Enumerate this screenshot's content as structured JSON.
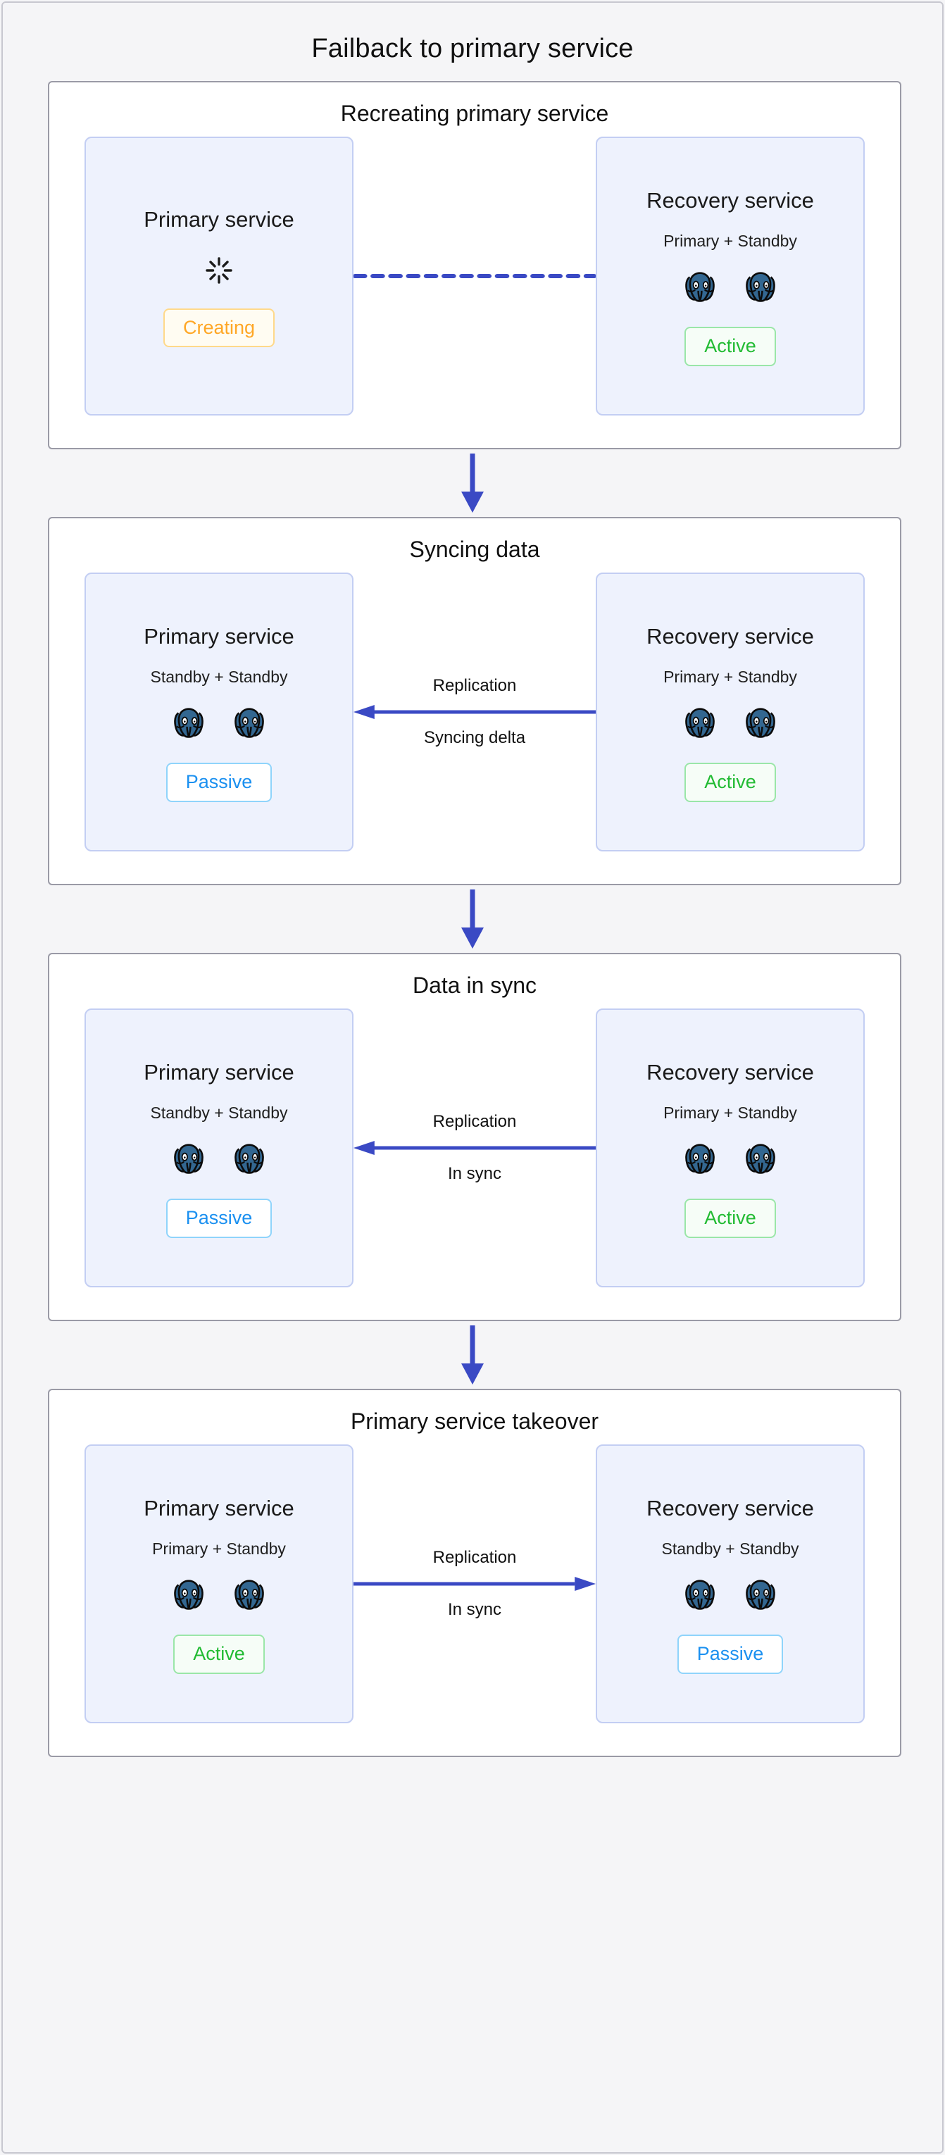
{
  "diagram": {
    "title": "Failback to primary service",
    "colors": {
      "accent_blue": "#3a49c4",
      "status_active": "#22bb33",
      "status_passive": "#1b90f0",
      "status_creating": "#ffa726",
      "card_border": "#9a9aa6",
      "service_box_bg": "#eef2fd",
      "service_box_border": "#c3cef3",
      "page_bg": "#f5f5f7",
      "postgres_blue": "#336791"
    },
    "flow_arrow_icon": "arrow-down-icon"
  },
  "stages": [
    {
      "id": "recreating-primary-service",
      "title": "Recreating primary service",
      "left": {
        "name": "Primary service",
        "roles": "",
        "icon": "spinner-icon",
        "db_count": 0,
        "status": "Creating",
        "status_kind": "creating"
      },
      "connector": {
        "label_top": "",
        "label_bottom": "",
        "style": "dashed",
        "direction": "none",
        "icon": "dashed-line-icon"
      },
      "right": {
        "name": "Recovery service",
        "roles": "Primary + Standby",
        "icon": "postgresql-icon",
        "db_count": 2,
        "status": "Active",
        "status_kind": "active"
      }
    },
    {
      "id": "syncing-data",
      "title": "Syncing data",
      "left": {
        "name": "Primary service",
        "roles": "Standby + Standby",
        "icon": "postgresql-icon",
        "db_count": 2,
        "status": "Passive",
        "status_kind": "passive"
      },
      "connector": {
        "label_top": "Replication",
        "label_bottom": "Syncing delta",
        "style": "solid",
        "direction": "left",
        "icon": "arrow-left-icon"
      },
      "right": {
        "name": "Recovery service",
        "roles": "Primary + Standby",
        "icon": "postgresql-icon",
        "db_count": 2,
        "status": "Active",
        "status_kind": "active"
      }
    },
    {
      "id": "data-in-sync",
      "title": "Data in sync",
      "left": {
        "name": "Primary service",
        "roles": "Standby + Standby",
        "icon": "postgresql-icon",
        "db_count": 2,
        "status": "Passive",
        "status_kind": "passive"
      },
      "connector": {
        "label_top": "Replication",
        "label_bottom": "In sync",
        "style": "solid",
        "direction": "left",
        "icon": "arrow-left-icon"
      },
      "right": {
        "name": "Recovery service",
        "roles": "Primary + Standby",
        "icon": "postgresql-icon",
        "db_count": 2,
        "status": "Active",
        "status_kind": "active"
      }
    },
    {
      "id": "primary-service-takeover",
      "title": "Primary service takeover",
      "left": {
        "name": "Primary service",
        "roles": "Primary + Standby",
        "icon": "postgresql-icon",
        "db_count": 2,
        "status": "Active",
        "status_kind": "active"
      },
      "connector": {
        "label_top": "Replication",
        "label_bottom": "In sync",
        "style": "solid",
        "direction": "right",
        "icon": "arrow-right-icon"
      },
      "right": {
        "name": "Recovery service",
        "roles": "Standby + Standby",
        "icon": "postgresql-icon",
        "db_count": 2,
        "status": "Passive",
        "status_kind": "passive"
      }
    }
  ]
}
